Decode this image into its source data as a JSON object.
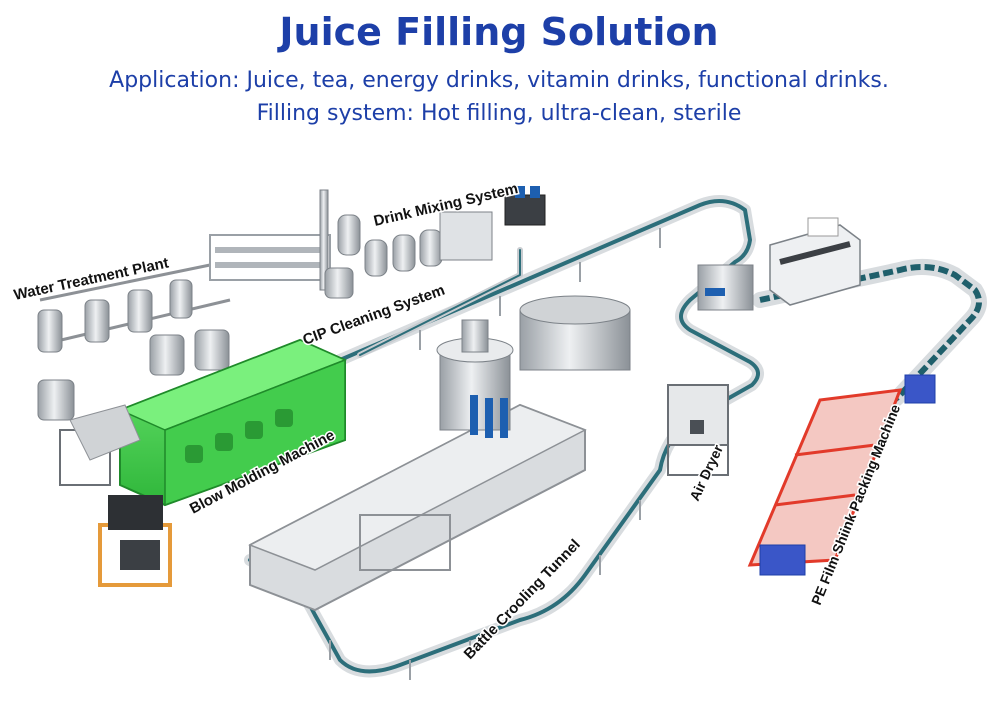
{
  "header": {
    "title": "Juice Filling Solution",
    "application": "Application: Juice, tea, energy drinks, vitamin drinks, functional drinks.",
    "filling_system": "Filling system: Hot filling, ultra-clean, sterile"
  },
  "labels": {
    "water_treatment": "Water Treatment Plant",
    "drink_mixing": "Drink Mixing System",
    "cip_cleaning": "CIP Cleaning System",
    "blow_molding": "Blow Molding Machine",
    "air_dryer": "Air Dryer",
    "cooling_tunnel": "Battle Crooling Tunnel",
    "shrink_packing": "PE Film Shiink Packing Machine"
  },
  "colors": {
    "title_blue": "#1d3fa8",
    "steel": "#c9ccd0",
    "steel_dark": "#8d9196",
    "conveyor_rail": "#2c6e7a",
    "blow_molder_green": "#3fd24a",
    "packer_red": "#e23a2a",
    "compressor_orange": "#e59a3a"
  }
}
